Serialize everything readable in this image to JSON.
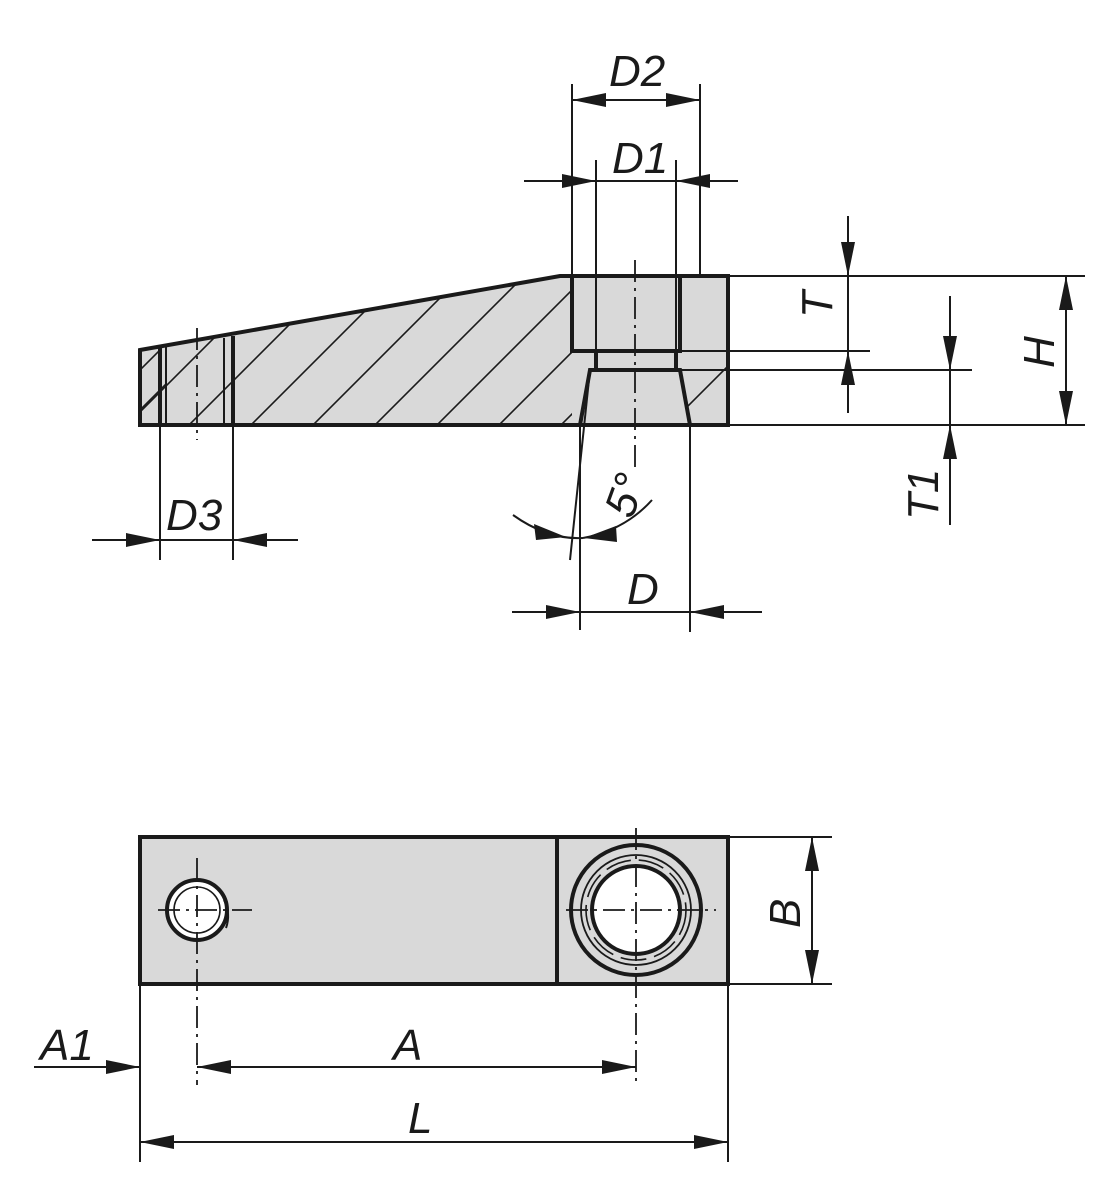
{
  "colors": {
    "fill": "#d9d9d9",
    "line": "#1a1a1a",
    "background": "#ffffff"
  },
  "labels": {
    "D2": "D2",
    "D1": "D1",
    "T": "T",
    "H": "H",
    "T1": "T1",
    "D3": "D3",
    "angle": "5°",
    "D": "D",
    "B": "B",
    "A1": "A1",
    "A": "A",
    "L": "L"
  }
}
